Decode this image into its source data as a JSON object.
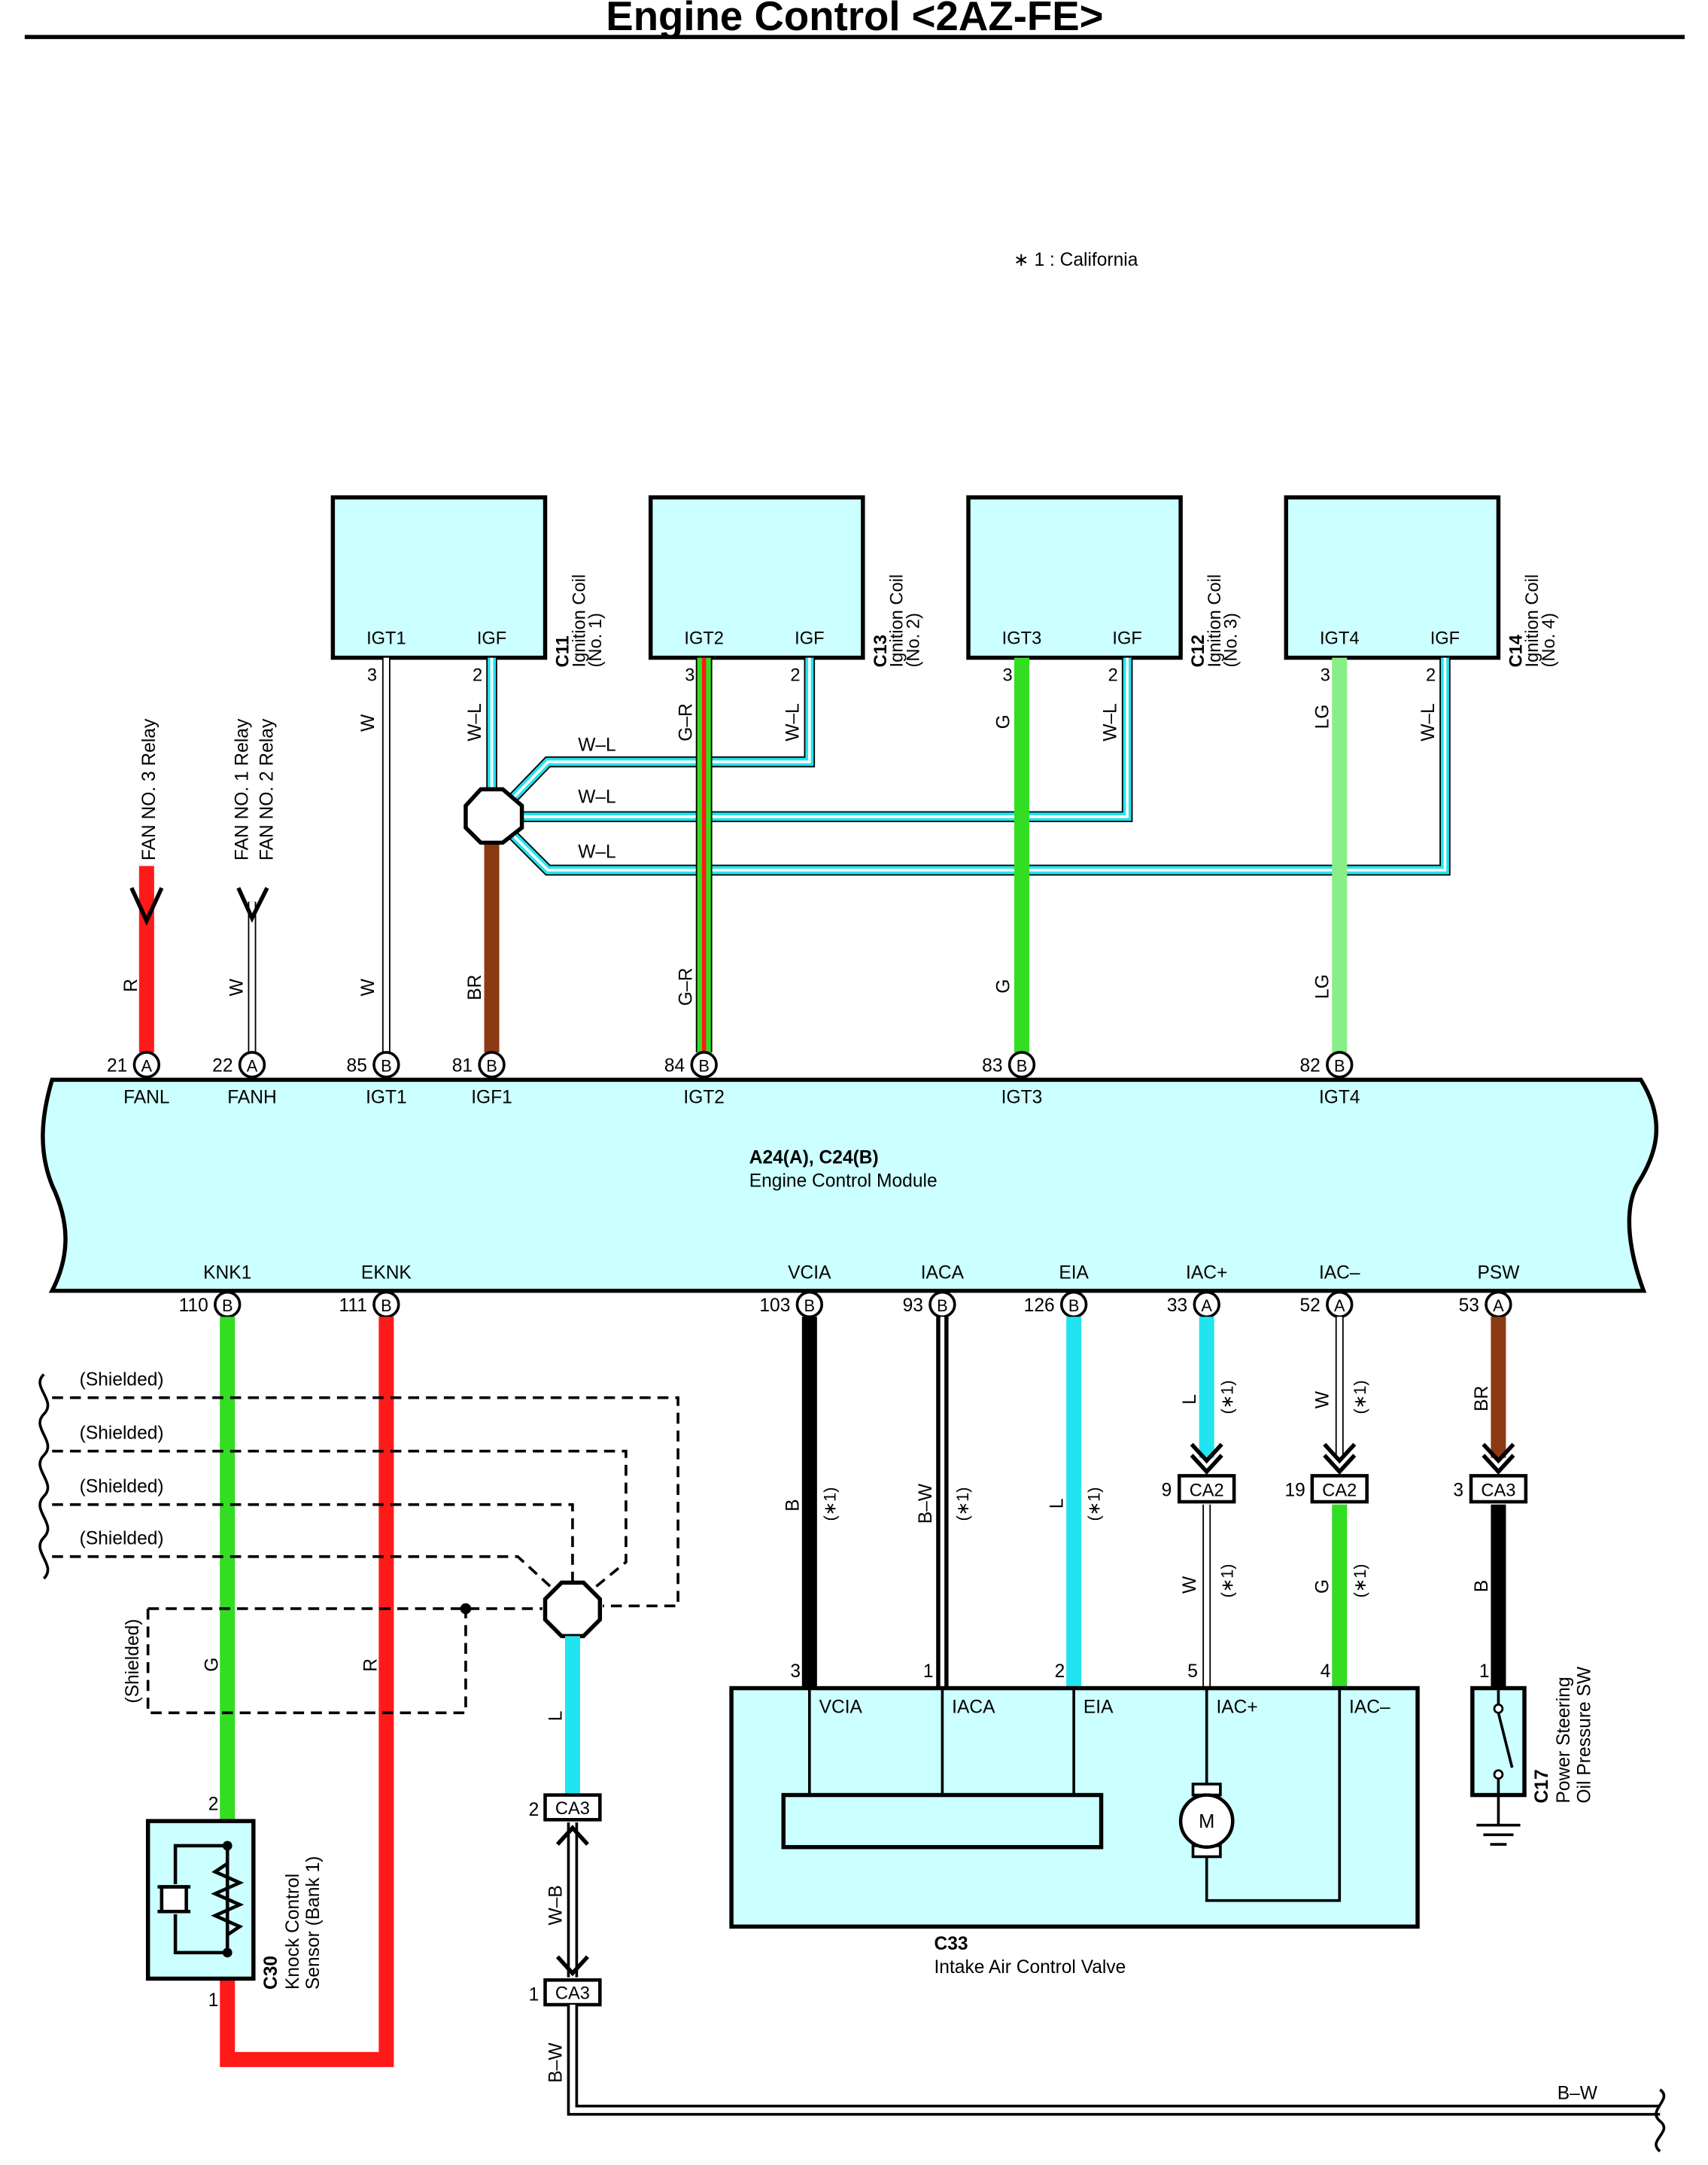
{
  "title": "Engine Control <2AZ-FE>",
  "note": "∗ 1 : California",
  "coils": [
    {
      "id": "C11",
      "pins": [
        "IGT1",
        "IGF"
      ],
      "name": "Ignition Coil",
      "no": "(No. 1)"
    },
    {
      "id": "C13",
      "pins": [
        "IGT2",
        "IGF"
      ],
      "name": "Ignition Coil",
      "no": "(No. 2)"
    },
    {
      "id": "C12",
      "pins": [
        "IGT3",
        "IGF"
      ],
      "name": "Ignition Coil",
      "no": "(No. 3)"
    },
    {
      "id": "C14",
      "pins": [
        "IGT4",
        "IGF"
      ],
      "name": "Ignition Coil",
      "no": "(No. 4)"
    }
  ],
  "coil_pin_numbers": [
    "3",
    "2"
  ],
  "relays": {
    "fan3": "FAN NO. 3 Relay",
    "fan1": "FAN NO. 1 Relay",
    "fan2": "FAN NO. 2 Relay"
  },
  "ecm": {
    "id": "A24(A), C24(B)",
    "name": "Engine Control Module",
    "top_pins": [
      {
        "num": "21",
        "conn": "A",
        "name": "FANL"
      },
      {
        "num": "22",
        "conn": "A",
        "name": "FANH"
      },
      {
        "num": "85",
        "conn": "B",
        "name": "IGT1"
      },
      {
        "num": "81",
        "conn": "B",
        "name": "IGF1"
      },
      {
        "num": "84",
        "conn": "B",
        "name": "IGT2"
      },
      {
        "num": "83",
        "conn": "B",
        "name": "IGT3"
      },
      {
        "num": "82",
        "conn": "B",
        "name": "IGT4"
      }
    ],
    "bottom_pins": [
      {
        "num": "110",
        "conn": "B",
        "name": "KNK1"
      },
      {
        "num": "111",
        "conn": "B",
        "name": "EKNK"
      },
      {
        "num": "103",
        "conn": "B",
        "name": "VCIA"
      },
      {
        "num": "93",
        "conn": "B",
        "name": "IACA"
      },
      {
        "num": "126",
        "conn": "B",
        "name": "EIA"
      },
      {
        "num": "33",
        "conn": "A",
        "name": "IAC+"
      },
      {
        "num": "52",
        "conn": "A",
        "name": "IAC–"
      },
      {
        "num": "53",
        "conn": "A",
        "name": "PSW"
      }
    ]
  },
  "wire_colors": {
    "W": "W",
    "WL": "W–L",
    "GR": "G–R",
    "G": "G",
    "LG": "LG",
    "R": "R",
    "BR": "BR",
    "L": "L",
    "B": "B",
    "BW": "B–W",
    "WB": "W–B",
    "star1": "(∗1)"
  },
  "shielded": "(Shielded)",
  "connectors": {
    "ca2": "CA2",
    "ca3": "CA3"
  },
  "connector_pins": {
    "p9": "9",
    "p19": "19",
    "p3": "3",
    "p2": "2",
    "p1": "1",
    "p5": "5",
    "p4": "4"
  },
  "knock_sensor": {
    "id": "C30",
    "line1": "Knock Control",
    "line2": "Sensor (Bank 1)"
  },
  "iacv": {
    "id": "C33",
    "name": "Intake Air Control Valve",
    "pins": [
      "VCIA",
      "IACA",
      "EIA",
      "IAC+",
      "IAC–"
    ],
    "motor": "M"
  },
  "ps_switch": {
    "id": "C17",
    "line1": "Power Steering",
    "line2": "Oil Pressure SW"
  },
  "colors": {
    "component_fill": "#ccffff",
    "red": "#ff1a1a",
    "green": "#33dd22",
    "light_green": "#88ee88",
    "light_blue": "#22e4f0",
    "brown": "#8b3a14",
    "black": "#000000",
    "white_wire": "#ffffff"
  }
}
